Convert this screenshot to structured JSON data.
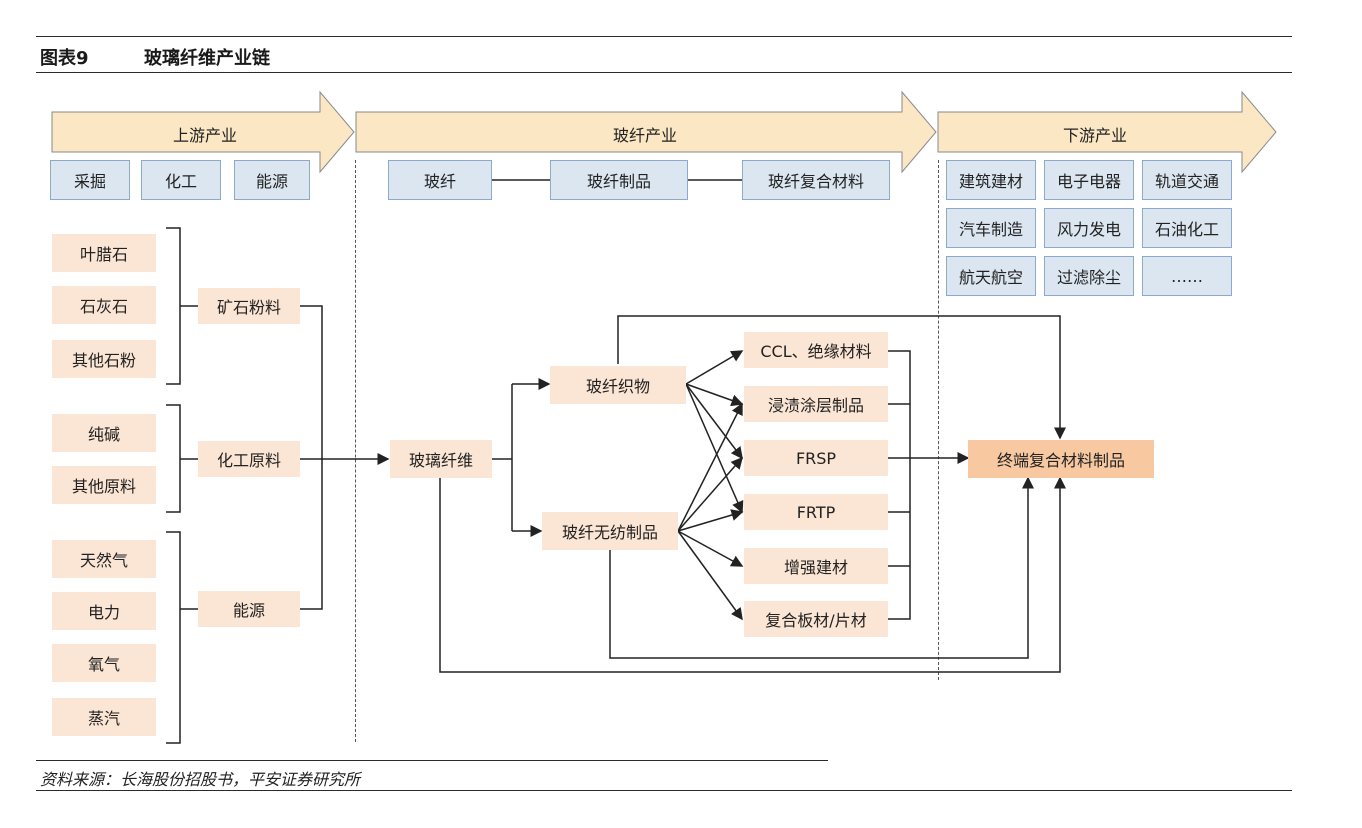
{
  "header": {
    "figure_number": "图表9",
    "figure_title": "玻璃纤维产业链"
  },
  "stages": {
    "upstream": "上游产业",
    "midstream": "玻纤产业",
    "downstream": "下游产业"
  },
  "upstream_categories": [
    "采掘",
    "化工",
    "能源"
  ],
  "midstream_categories": [
    "玻纤",
    "玻纤制品",
    "玻纤复合材料"
  ],
  "downstream_industries": [
    "建筑建材",
    "电子电器",
    "轨道交通",
    "汽车制造",
    "风力发电",
    "石油化工",
    "航天航空",
    "过滤除尘",
    "……"
  ],
  "raw_materials": {
    "minerals": [
      "叶腊石",
      "石灰石",
      "其他石粉"
    ],
    "chemicals": [
      "纯碱",
      "其他原料"
    ],
    "energy": [
      "天然气",
      "电力",
      "氧气",
      "蒸汽"
    ]
  },
  "material_groups": [
    "矿石粉料",
    "化工原料",
    "能源"
  ],
  "core_product": "玻璃纤维",
  "intermediate_products": [
    "玻纤织物",
    "玻纤无纺制品"
  ],
  "composite_products": [
    "CCL、绝缘材料",
    "浸渍涂层制品",
    "FRSP",
    "FRTP",
    "增强建材",
    "复合板材/片材"
  ],
  "end_product": "终端复合材料制品",
  "footer": {
    "source": "资料来源：长海股份招股书，平安证券研究所"
  }
}
